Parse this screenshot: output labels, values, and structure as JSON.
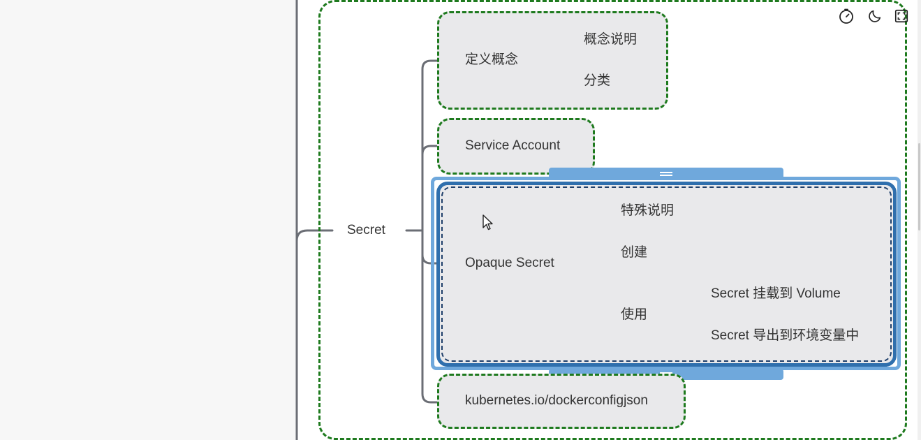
{
  "mindmap": {
    "root": {
      "label": "Secret"
    },
    "branches": [
      {
        "label": "定义概念",
        "children": [
          "概念说明",
          "分类"
        ]
      },
      {
        "label": "Service Account",
        "children": []
      },
      {
        "label": "Opaque Secret",
        "children": [
          {
            "label": "特殊说明"
          },
          {
            "label": "创建"
          },
          {
            "label": "使用",
            "children": [
              "Secret 挂载到 Volume",
              "Secret 导出到环境变量中"
            ]
          }
        ]
      },
      {
        "label": "kubernetes.io/dockerconfigjson",
        "children": []
      }
    ]
  },
  "toolbar": {
    "icons": [
      "timer-icon",
      "dark-mode-icon",
      "fullscreen-icon"
    ]
  },
  "colors": {
    "dash_green": "#1e7a1e",
    "selection_blue": "#2f6fad",
    "selection_light": "#6fa8dc",
    "connector": "#6b6e75",
    "node_fill": "#e9e9eb"
  }
}
